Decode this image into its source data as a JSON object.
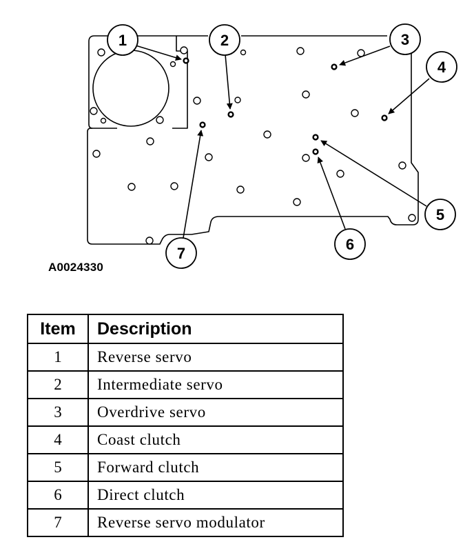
{
  "figure": {
    "id": "A0024330",
    "callouts": [
      "1",
      "2",
      "3",
      "4",
      "5",
      "6",
      "7"
    ]
  },
  "legend": {
    "headers": {
      "item": "Item",
      "description": "Description"
    },
    "rows": [
      {
        "item": "1",
        "description": "Reverse servo"
      },
      {
        "item": "2",
        "description": "Intermediate servo"
      },
      {
        "item": "3",
        "description": "Overdrive servo"
      },
      {
        "item": "4",
        "description": "Coast clutch"
      },
      {
        "item": "5",
        "description": "Forward clutch"
      },
      {
        "item": "6",
        "description": "Direct clutch"
      },
      {
        "item": "7",
        "description": "Reverse servo modulator"
      }
    ]
  }
}
